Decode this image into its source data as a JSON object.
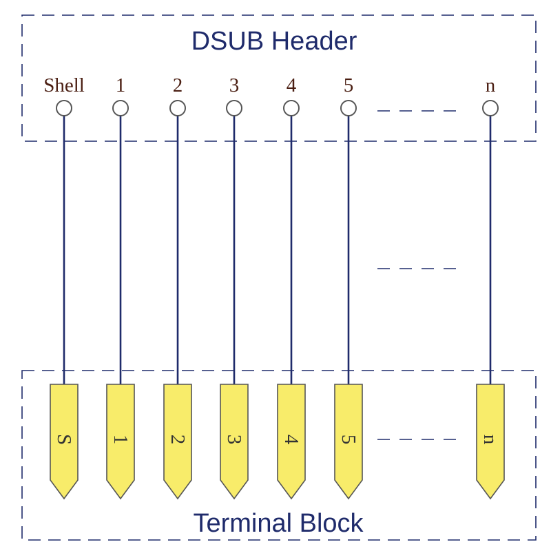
{
  "header_title": "DSUB Header",
  "footer_title": "Terminal Block",
  "pins": [
    {
      "header_label": "Shell",
      "terminal_label": "S"
    },
    {
      "header_label": "1",
      "terminal_label": "1"
    },
    {
      "header_label": "2",
      "terminal_label": "2"
    },
    {
      "header_label": "3",
      "terminal_label": "3"
    },
    {
      "header_label": "4",
      "terminal_label": "4"
    },
    {
      "header_label": "5",
      "terminal_label": "5"
    },
    {
      "header_label": "n",
      "terminal_label": "n"
    }
  ],
  "colors": {
    "wire": "#1f2b6b",
    "terminal_fill": "#f8ec6a",
    "pin_label": "#4a1e12",
    "outline": "#1f2b6b"
  }
}
